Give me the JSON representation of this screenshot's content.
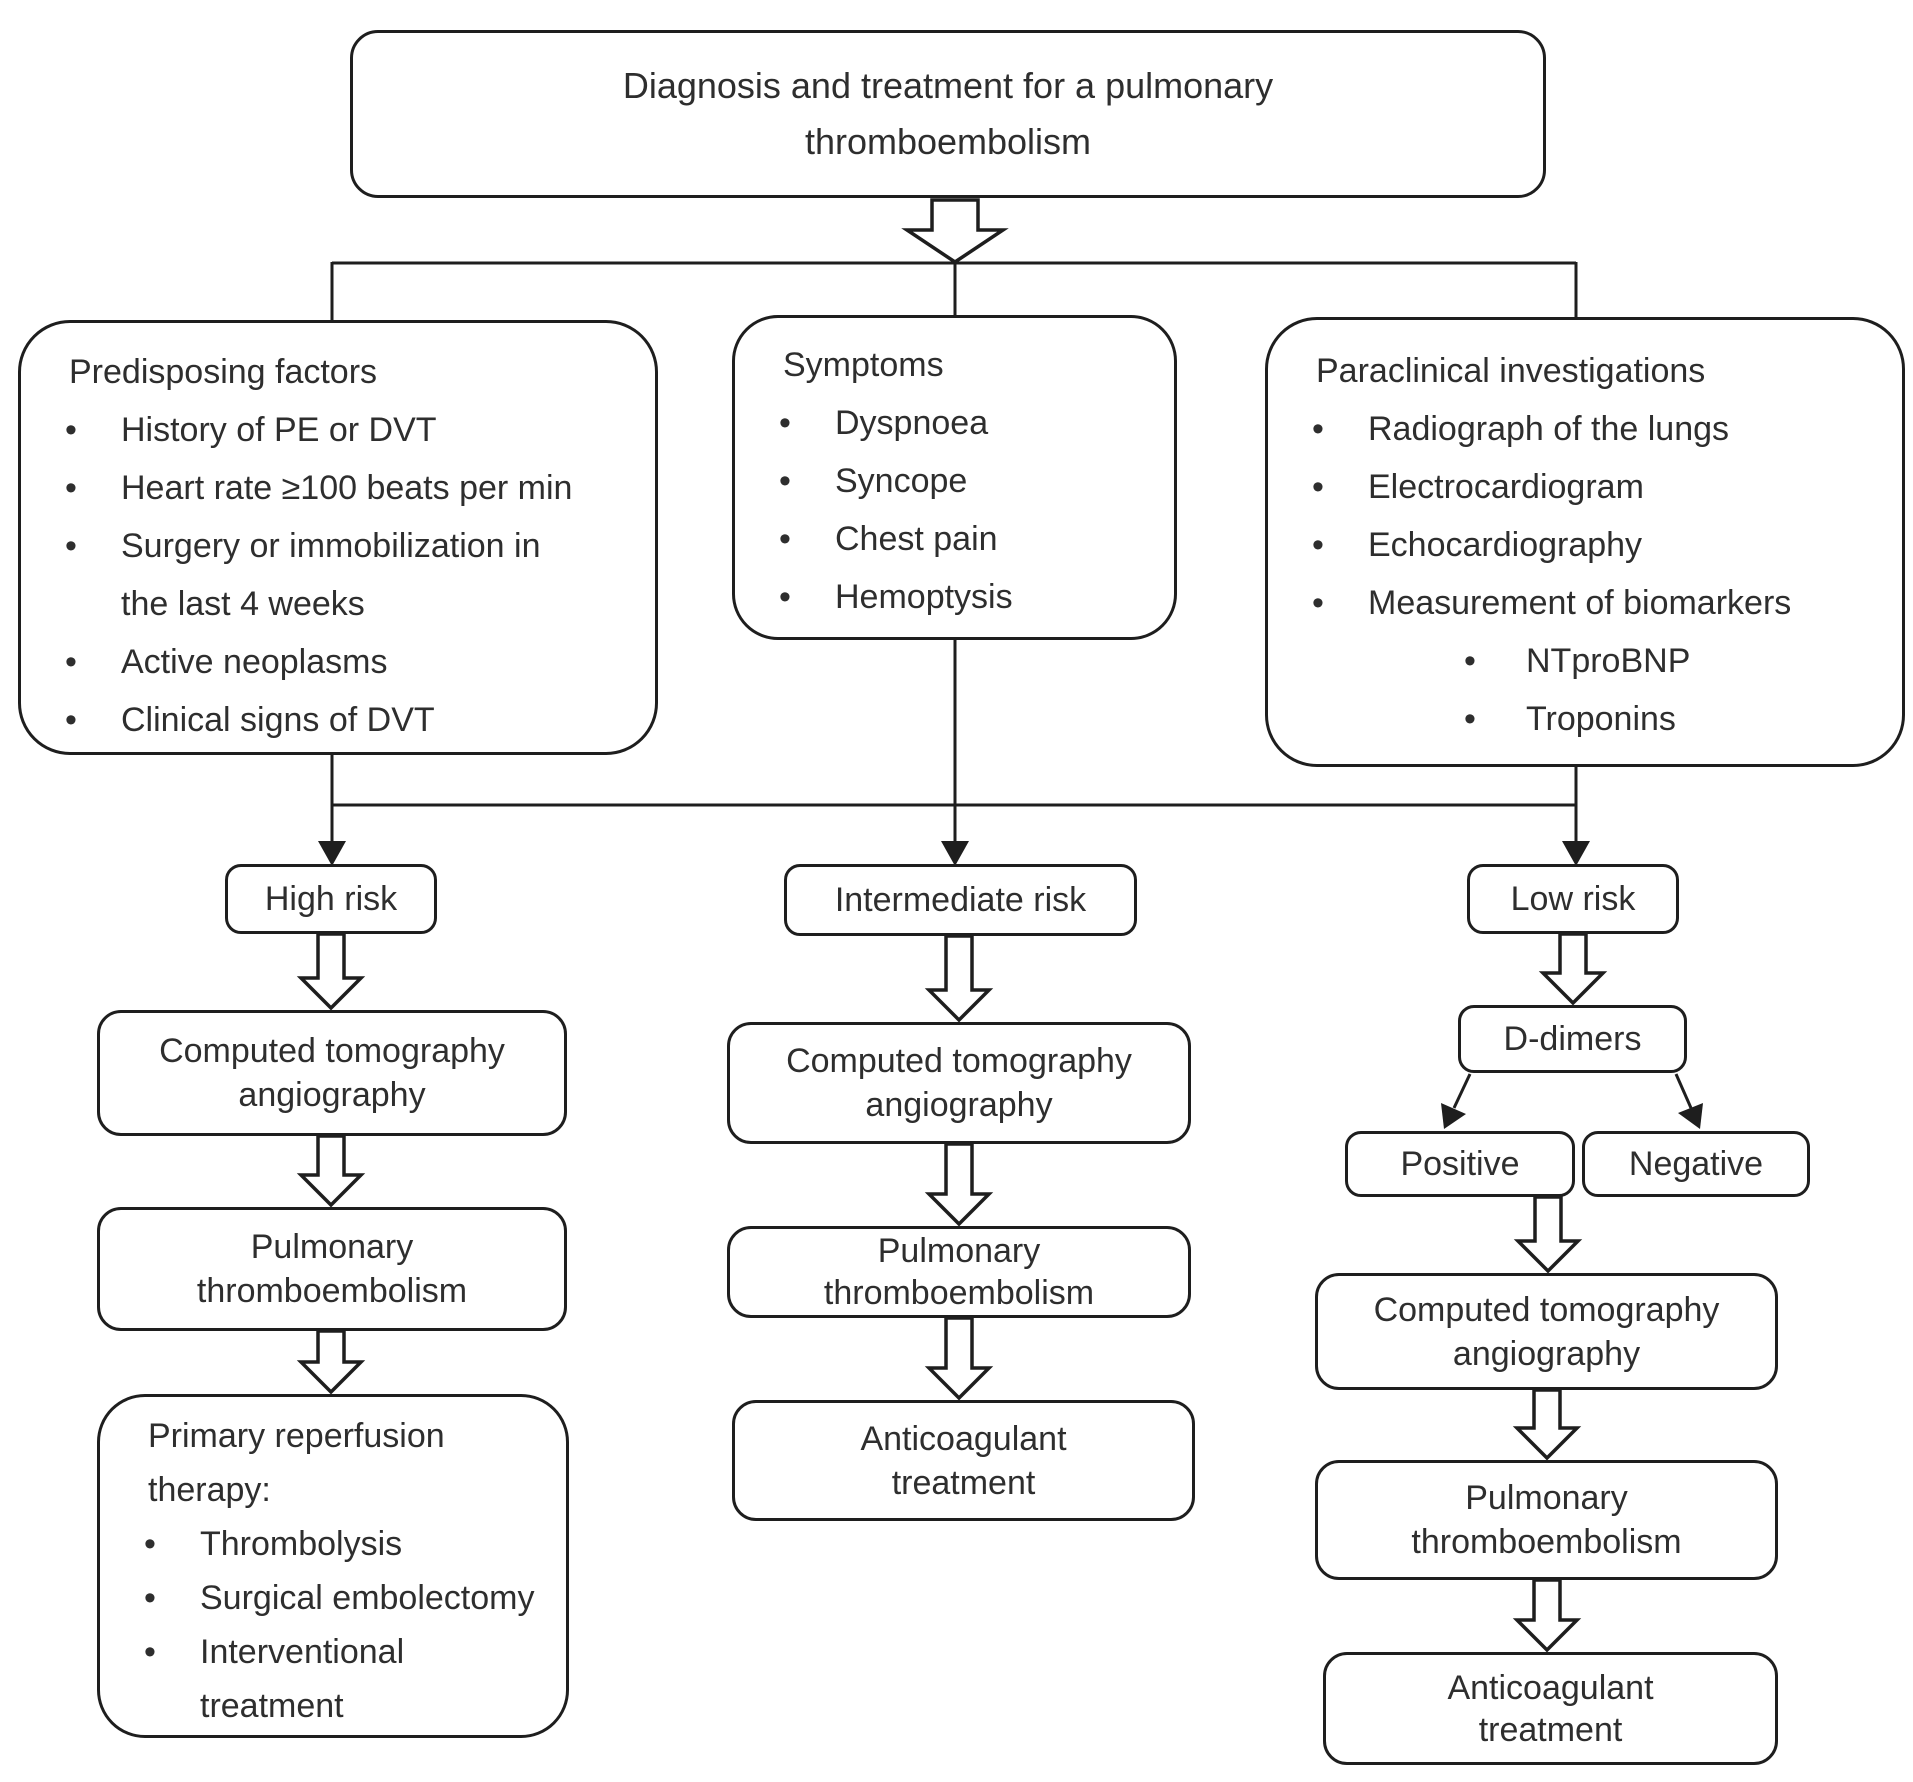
{
  "colors": {
    "line": "#1e1e1e",
    "box_fill": "#ffffff",
    "background": "#ffffff",
    "text": "#2e2e2e"
  },
  "top_box": {
    "lines": [
      "Diagnosis and treatment for a pulmonary",
      "thromboembolism"
    ]
  },
  "branches": {
    "predisposing": {
      "title": "Predisposing factors",
      "items": [
        {
          "text": "History of PE or DVT",
          "level": 1
        },
        {
          "text": "Heart rate ≥100 beats per min",
          "level": 1
        },
        {
          "lines": [
            "Surgery or immobilization in",
            "the last 4 weeks"
          ],
          "level": 1
        },
        {
          "text": "Active neoplasms",
          "level": 1
        },
        {
          "text": "Clinical signs of DVT",
          "level": 1
        }
      ]
    },
    "symptoms": {
      "title": "Symptoms",
      "items": [
        {
          "text": "Dyspnoea",
          "level": 1
        },
        {
          "text": "Syncope",
          "level": 1
        },
        {
          "text": "Chest pain",
          "level": 1
        },
        {
          "text": "Hemoptysis",
          "level": 1
        }
      ]
    },
    "paraclinical": {
      "title": "Paraclinical investigations",
      "items": [
        {
          "text": "Radiograph of the lungs",
          "level": 1
        },
        {
          "text": "Electrocardiogram",
          "level": 1
        },
        {
          "text": "Echocardiography",
          "level": 1
        },
        {
          "text": "Measurement of biomarkers",
          "level": 1
        },
        {
          "text": "NTproBNP",
          "level": 2
        },
        {
          "text": "Troponins",
          "level": 2
        }
      ]
    }
  },
  "risk_labels": {
    "high": "High risk",
    "intermediate": "Intermediate risk",
    "low": "Low risk"
  },
  "high_risk_path": {
    "ct": {
      "lines": [
        "Computed tomography",
        "angiography"
      ]
    },
    "pe": {
      "lines": [
        "Pulmonary",
        "thromboembolism"
      ]
    },
    "reperfusion": {
      "title_lines": [
        "Primary reperfusion",
        "therapy:"
      ],
      "items": [
        {
          "text": "Thrombolysis",
          "level": 1
        },
        {
          "text": "Surgical embolectomy",
          "level": 1
        },
        {
          "lines": [
            "Interventional",
            "treatment"
          ],
          "level": 1
        }
      ]
    }
  },
  "intermediate_risk_path": {
    "ct": {
      "lines": [
        "Computed tomography",
        "angiography"
      ]
    },
    "pe": {
      "lines": [
        "Pulmonary",
        "thromboembolism"
      ]
    },
    "anticoagulant": {
      "lines": [
        "Anticoagulant",
        "treatment"
      ]
    }
  },
  "low_risk_path": {
    "ddimers": "D-dimers",
    "positive": "Positive",
    "negative": "Negative",
    "ct": {
      "lines": [
        "Computed tomography",
        "angiography"
      ]
    },
    "pe": {
      "lines": [
        "Pulmonary",
        "thromboembolism"
      ]
    },
    "anticoagulant": {
      "lines": [
        "Anticoagulant",
        "treatment"
      ]
    }
  }
}
